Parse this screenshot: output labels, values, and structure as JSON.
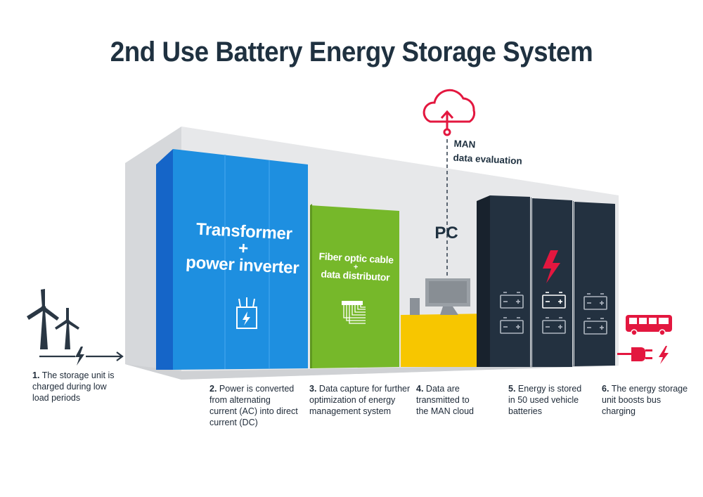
{
  "title": "2nd Use Battery Energy Storage System",
  "modules": {
    "transformer": {
      "line1": "Transformer",
      "plus": "+",
      "line2": "power inverter"
    },
    "fiber": {
      "line1": "Fiber optic cable",
      "plus": "+",
      "line2": "data distributor"
    },
    "pc": {
      "label": "PC"
    },
    "cloud": {
      "line1": "MAN",
      "line2": "data evaluation"
    }
  },
  "steps": [
    {
      "num": "1.",
      "text": [
        "The storage unit is",
        "charged during low",
        "load periods"
      ]
    },
    {
      "num": "2.",
      "text": [
        "Power is converted",
        "from alternating",
        "current (AC) into direct",
        "current (DC)"
      ]
    },
    {
      "num": "3.",
      "text": [
        "Data capture for further",
        "optimization of energy",
        "management system"
      ]
    },
    {
      "num": "4.",
      "text": [
        "Data are",
        "transmitted to",
        "the MAN cloud"
      ]
    },
    {
      "num": "5.",
      "text": [
        "Energy is stored",
        "in 50 used vehicle",
        "batteries"
      ]
    },
    {
      "num": "6.",
      "text": [
        "The energy storage",
        "unit boosts bus",
        "charging"
      ]
    }
  ],
  "colors": {
    "container": "#e6e7e9",
    "container_side": "#d3d5d8",
    "transformer": "#1e8fe0",
    "transformer_edge": "#1565c8",
    "fiber": "#76b82a",
    "pc_desk": "#f7c600",
    "battery_cabinet": "#233140",
    "accent_red": "#e3173f",
    "text_dark": "#1f3140"
  },
  "icons": [
    "wind-turbine-icon",
    "lightning-icon",
    "arrow-right-icon",
    "transformer-icon",
    "fiber-cable-icon",
    "computer-monitor-icon",
    "cloud-upload-icon",
    "battery-icon",
    "bus-icon",
    "plug-icon"
  ]
}
